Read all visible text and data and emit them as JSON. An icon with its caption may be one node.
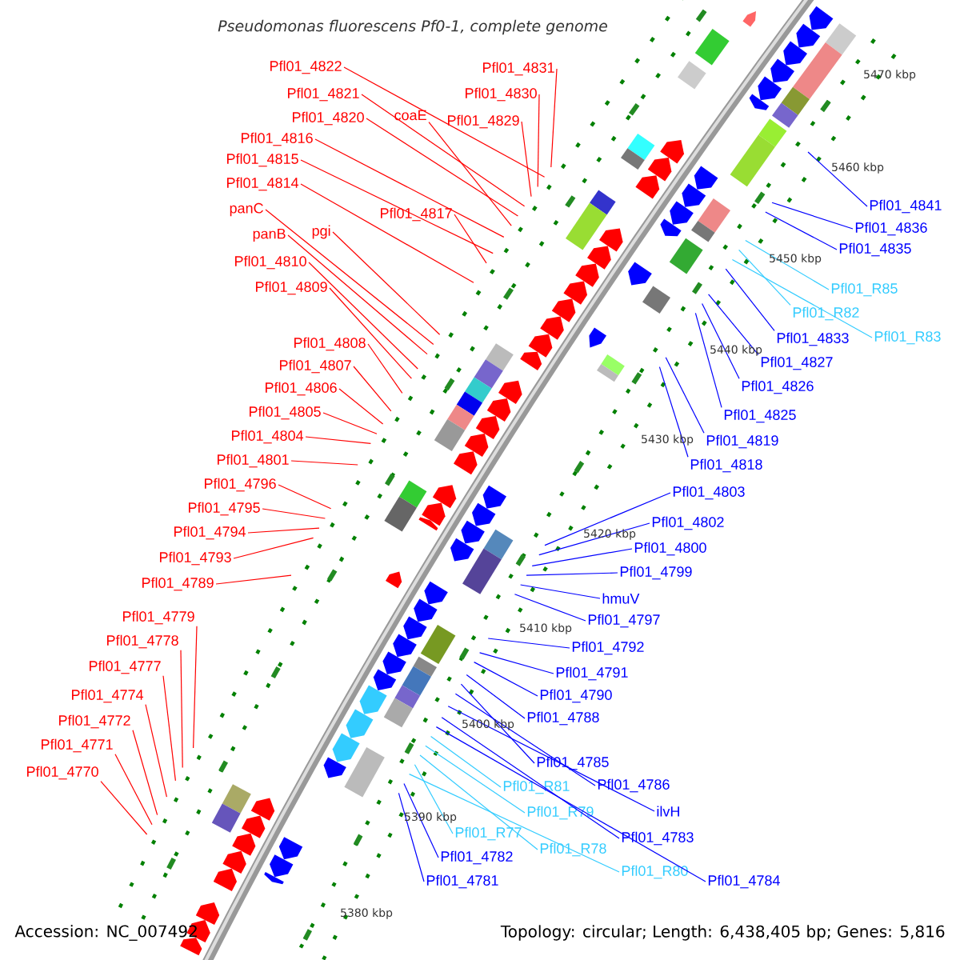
{
  "diagram": {
    "title": "Pseudomonas fluorescens Pf0-1, complete genome",
    "nodes": [
      {
        "text": [
          "Pfl01_4822"
        ]
      },
      {
        "text": [
          "Pfl01_4831"
        ]
      },
      {
        "text": [
          "Pfl01_4830"
        ]
      },
      {
        "text": [
          "Pfl01_4821"
        ]
      },
      {
        "text": [
          "Pfl01_4820"
        ]
      },
      {
        "text": [
          "coaE"
        ]
      },
      {
        "text": [
          "Pfl01_4829"
        ]
      },
      {
        "text": [
          "Pfl01_4816"
        ]
      },
      {
        "text": [
          "Pfl01_4815"
        ]
      },
      {
        "text": [
          "Pfl01_4814"
        ]
      },
      {
        "text": [
          "panC"
        ]
      },
      {
        "text": [
          "Pfl01_4817"
        ]
      },
      {
        "text": [
          "pgi"
        ]
      },
      {
        "text": [
          "panB"
        ]
      },
      {
        "text": [
          "Pfl01_4810"
        ]
      },
      {
        "text": [
          "Pfl01_4809"
        ]
      },
      {
        "text": [
          "Pfl01_4808"
        ]
      },
      {
        "text": [
          "Pfl01_4807"
        ]
      },
      {
        "text": [
          "Pfl01_4806"
        ]
      },
      {
        "text": [
          "Pfl01_4805"
        ]
      },
      {
        "text": [
          "Pfl01_4804"
        ]
      },
      {
        "text": [
          "Pfl01_4801"
        ]
      },
      {
        "text": [
          "Pfl01_4796"
        ]
      },
      {
        "text": [
          "Pfl01_4795"
        ]
      },
      {
        "text": [
          "Pfl01_4794"
        ]
      },
      {
        "text": [
          "Pfl01_4793"
        ]
      },
      {
        "text": [
          "Pfl01_4789"
        ]
      },
      {
        "text": [
          "Pfl01_4779"
        ]
      },
      {
        "text": [
          "Pfl01_4778"
        ]
      },
      {
        "text": [
          "Pfl01_4777"
        ]
      },
      {
        "text": [
          "Pfl01_4774"
        ]
      },
      {
        "text": [
          "Pfl01_4772"
        ]
      },
      {
        "text": [
          "Pfl01_4771"
        ]
      },
      {
        "text": [
          "Pfl01_4770"
        ]
      },
      {
        "text": [
          "Pfl01_4841"
        ]
      },
      {
        "text": [
          "Pfl01_4836"
        ]
      },
      {
        "text": [
          "Pfl01_4835"
        ]
      },
      {
        "text": [
          "Pfl01_R85"
        ]
      },
      {
        "text": [
          "Pfl01_R82"
        ]
      },
      {
        "text": [
          "Pfl01_R83"
        ]
      },
      {
        "text": [
          "Pfl01_4833"
        ]
      },
      {
        "text": [
          "Pfl01_4827"
        ]
      },
      {
        "text": [
          "Pfl01_4826"
        ]
      },
      {
        "text": [
          "Pfl01_4825"
        ]
      },
      {
        "text": [
          "Pfl01_4819"
        ]
      },
      {
        "text": [
          "Pfl01_4818"
        ]
      },
      {
        "text": [
          "Pfl01_4803"
        ]
      },
      {
        "text": [
          "Pfl01_4802"
        ]
      },
      {
        "text": [
          "Pfl01_4800"
        ]
      },
      {
        "text": [
          "Pfl01_4799"
        ]
      },
      {
        "text": [
          "hmuV"
        ]
      },
      {
        "text": [
          "Pfl01_4797"
        ]
      },
      {
        "text": [
          "Pfl01_4792"
        ]
      },
      {
        "text": [
          "Pfl01_4791"
        ]
      },
      {
        "text": [
          "Pfl01_4790"
        ]
      },
      {
        "text": [
          "Pfl01_4788"
        ]
      },
      {
        "text": [
          "Pfl01_4785"
        ]
      },
      {
        "text": [
          "Pfl01_R81"
        ]
      },
      {
        "text": [
          "Pfl01_4786"
        ]
      },
      {
        "text": [
          "ilvH"
        ]
      },
      {
        "text": [
          "Pfl01_R79"
        ]
      },
      {
        "text": [
          "Pfl01_R77"
        ]
      },
      {
        "text": [
          "Pfl01_4783"
        ]
      },
      {
        "text": [
          "Pfl01_R78"
        ]
      },
      {
        "text": [
          "Pfl01_4782"
        ]
      },
      {
        "text": [
          "Pfl01_R80"
        ]
      },
      {
        "text": [
          "Pfl01_4781"
        ]
      },
      {
        "text": [
          "Pfl01_4784"
        ]
      }
    ],
    "edges": [
      {
        "from": 0,
        "to": null,
        "arrow": "none"
      },
      {
        "from": 1,
        "to": null,
        "arrow": "none"
      },
      {
        "from": 2,
        "to": null,
        "arrow": "none"
      },
      {
        "from": 3,
        "to": null,
        "arrow": "none"
      },
      {
        "from": 4,
        "to": null,
        "arrow": "none"
      },
      {
        "from": 5,
        "to": null,
        "arrow": "none"
      },
      {
        "from": 6,
        "to": null,
        "arrow": "none"
      },
      {
        "from": 7,
        "to": null,
        "arrow": "none"
      },
      {
        "from": 8,
        "to": null,
        "arrow": "none"
      },
      {
        "from": 9,
        "to": null,
        "arrow": "none"
      },
      {
        "from": 10,
        "to": null,
        "arrow": "none"
      },
      {
        "from": 11,
        "to": null,
        "arrow": "none"
      },
      {
        "from": 12,
        "to": null,
        "arrow": "none"
      },
      {
        "from": 13,
        "to": null,
        "arrow": "none"
      },
      {
        "from": 14,
        "to": null,
        "arrow": "none"
      },
      {
        "from": 15,
        "to": null,
        "arrow": "none"
      },
      {
        "from": 16,
        "to": null,
        "arrow": "none"
      },
      {
        "from": 17,
        "to": null,
        "arrow": "none"
      },
      {
        "from": 18,
        "to": null,
        "arrow": "none"
      },
      {
        "from": 19,
        "to": null,
        "arrow": "none"
      },
      {
        "from": 20,
        "to": null,
        "arrow": "none"
      },
      {
        "from": 21,
        "to": null,
        "arrow": "none"
      },
      {
        "from": 22,
        "to": null,
        "arrow": "none"
      },
      {
        "from": 23,
        "to": null,
        "arrow": "none"
      },
      {
        "from": 24,
        "to": null,
        "arrow": "none"
      },
      {
        "from": 25,
        "to": null,
        "arrow": "none"
      },
      {
        "from": 26,
        "to": null,
        "arrow": "none"
      },
      {
        "from": 27,
        "to": null,
        "arrow": "none"
      },
      {
        "from": 28,
        "to": null,
        "arrow": "none"
      },
      {
        "from": 29,
        "to": null,
        "arrow": "none"
      },
      {
        "from": 30,
        "to": null,
        "arrow": "none"
      },
      {
        "from": 31,
        "to": null,
        "arrow": "none"
      },
      {
        "from": 32,
        "to": null,
        "arrow": "none"
      },
      {
        "from": 33,
        "to": null,
        "arrow": "none"
      },
      {
        "from": 34,
        "to": null,
        "arrow": "none",
        "color": "#0000ff"
      },
      {
        "from": 35,
        "to": null,
        "arrow": "none",
        "color": "#0000ff"
      },
      {
        "from": 36,
        "to": null,
        "arrow": "none",
        "color": "#0000ff"
      },
      {
        "from": 37,
        "to": null,
        "arrow": "none",
        "color": "#33ccff"
      },
      {
        "from": 38,
        "to": null,
        "arrow": "none",
        "color": "#33ccff"
      },
      {
        "from": 39,
        "to": null,
        "arrow": "none",
        "color": "#33ccff"
      },
      {
        "from": 40,
        "to": null,
        "arrow": "none",
        "color": "#0000ff"
      },
      {
        "from": 41,
        "to": null,
        "arrow": "none",
        "color": "#0000ff"
      },
      {
        "from": 42,
        "to": null,
        "arrow": "none",
        "color": "#0000ff"
      },
      {
        "from": 43,
        "to": null,
        "arrow": "none",
        "color": "#0000ff"
      },
      {
        "from": 44,
        "to": null,
        "arrow": "none",
        "color": "#0000ff"
      },
      {
        "from": 45,
        "to": null,
        "arrow": "none",
        "color": "#0000ff"
      },
      {
        "from": 46,
        "to": null,
        "arrow": "none",
        "color": "#0000ff"
      },
      {
        "from": 47,
        "to": null,
        "arrow": "none",
        "color": "#0000ff"
      },
      {
        "from": 48,
        "to": null,
        "arrow": "none",
        "color": "#0000ff"
      },
      {
        "from": 49,
        "to": null,
        "arrow": "none",
        "color": "#0000ff"
      },
      {
        "from": 50,
        "to": null,
        "arrow": "none",
        "color": "#0000ff"
      },
      {
        "from": 51,
        "to": null,
        "arrow": "none",
        "color": "#0000ff"
      },
      {
        "from": 52,
        "to": null,
        "arrow": "none",
        "color": "#0000ff"
      },
      {
        "from": 53,
        "to": null,
        "arrow": "none",
        "color": "#0000ff"
      },
      {
        "from": 54,
        "to": null,
        "arrow": "none",
        "color": "#0000ff"
      },
      {
        "from": 55,
        "to": null,
        "arrow": "none",
        "color": "#0000ff"
      },
      {
        "from": 56,
        "to": null,
        "arrow": "none",
        "color": "#0000ff"
      },
      {
        "from": 57,
        "to": null,
        "arrow": "none",
        "color": "#33ccff"
      },
      {
        "from": 58,
        "to": null,
        "arrow": "none",
        "color": "#0000ff"
      },
      {
        "from": 59,
        "to": null,
        "arrow": "none",
        "color": "#0000ff"
      },
      {
        "from": 60,
        "to": null,
        "arrow": "none",
        "color": "#33ccff"
      },
      {
        "from": 61,
        "to": null,
        "arrow": "none",
        "color": "#33ccff"
      },
      {
        "from": 62,
        "to": null,
        "arrow": "none",
        "color": "#0000ff"
      },
      {
        "from": 63,
        "to": null,
        "arrow": "none",
        "color": "#33ccff"
      },
      {
        "from": 64,
        "to": null,
        "arrow": "none",
        "color": "#0000ff"
      },
      {
        "from": 65,
        "to": null,
        "arrow": "none",
        "color": "#33ccff"
      },
      {
        "from": 66,
        "to": null,
        "arrow": "none",
        "color": "#0000ff"
      },
      {
        "from": 67,
        "to": null,
        "arrow": "none",
        "color": "#0000ff"
      }
    ],
    "labels": [
      "5470 kbp",
      "5460 kbp",
      "5450 kbp",
      "5440 kbp",
      "5430 kbp",
      "5420 kbp",
      "5410 kbp",
      "5400 kbp",
      "5390 kbp",
      "5380 kbp",
      "Accession: NC_007492",
      "Topology: circular; Length: 6,438,405 bp; Genes: 5,816"
    ]
  }
}
